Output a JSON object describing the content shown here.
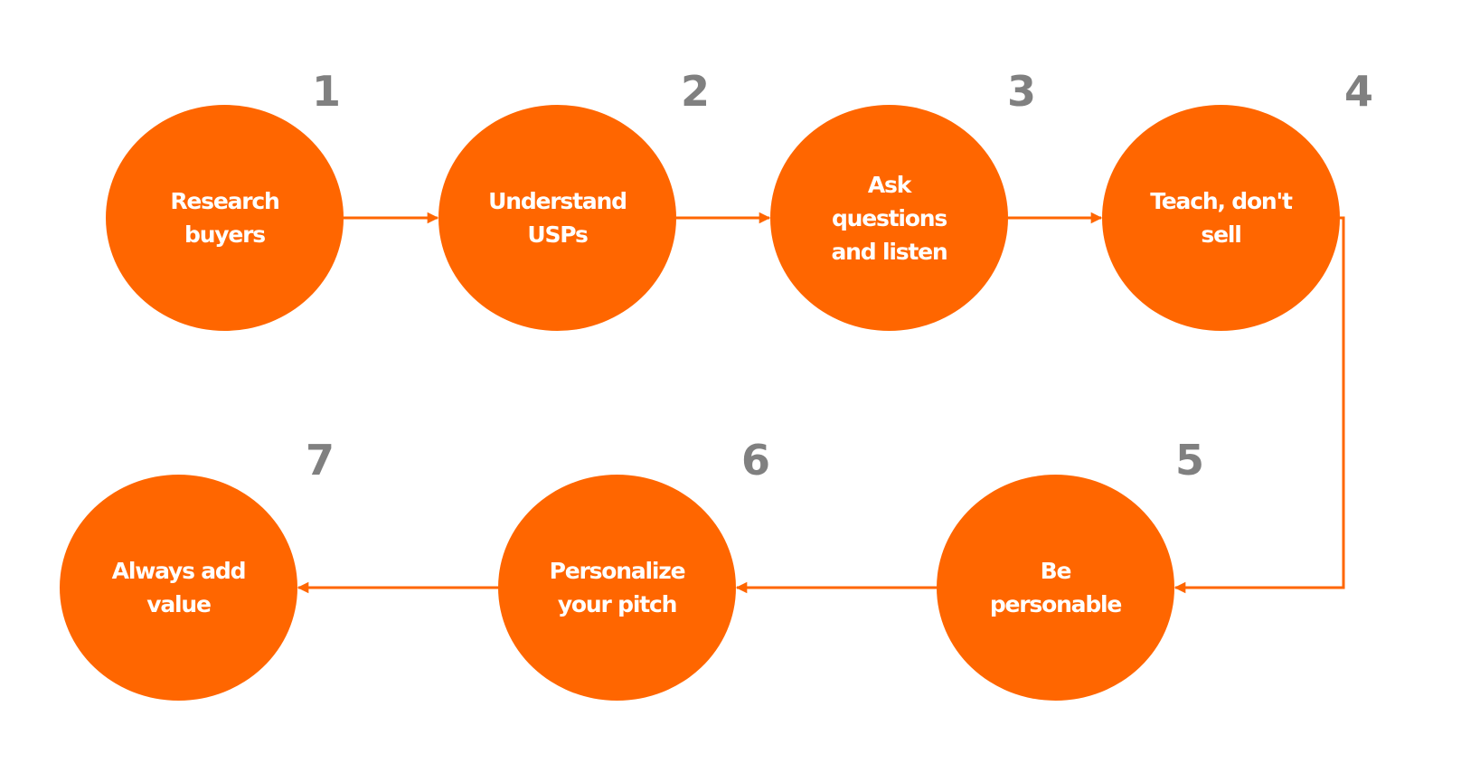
{
  "colors": {
    "accent": "#FF6600",
    "number": "#808080",
    "text_on_accent": "#FFFFFF"
  },
  "steps": [
    {
      "number": "1",
      "label": "Research\nbuyers"
    },
    {
      "number": "2",
      "label": "Understand\nUSPs"
    },
    {
      "number": "3",
      "label": "Ask\nquestions\nand listen"
    },
    {
      "number": "4",
      "label": "Teach, don't\nsell"
    },
    {
      "number": "5",
      "label": "Be\npersonable"
    },
    {
      "number": "6",
      "label": "Personalize\nyour pitch"
    },
    {
      "number": "7",
      "label": "Always add\nvalue"
    }
  ]
}
